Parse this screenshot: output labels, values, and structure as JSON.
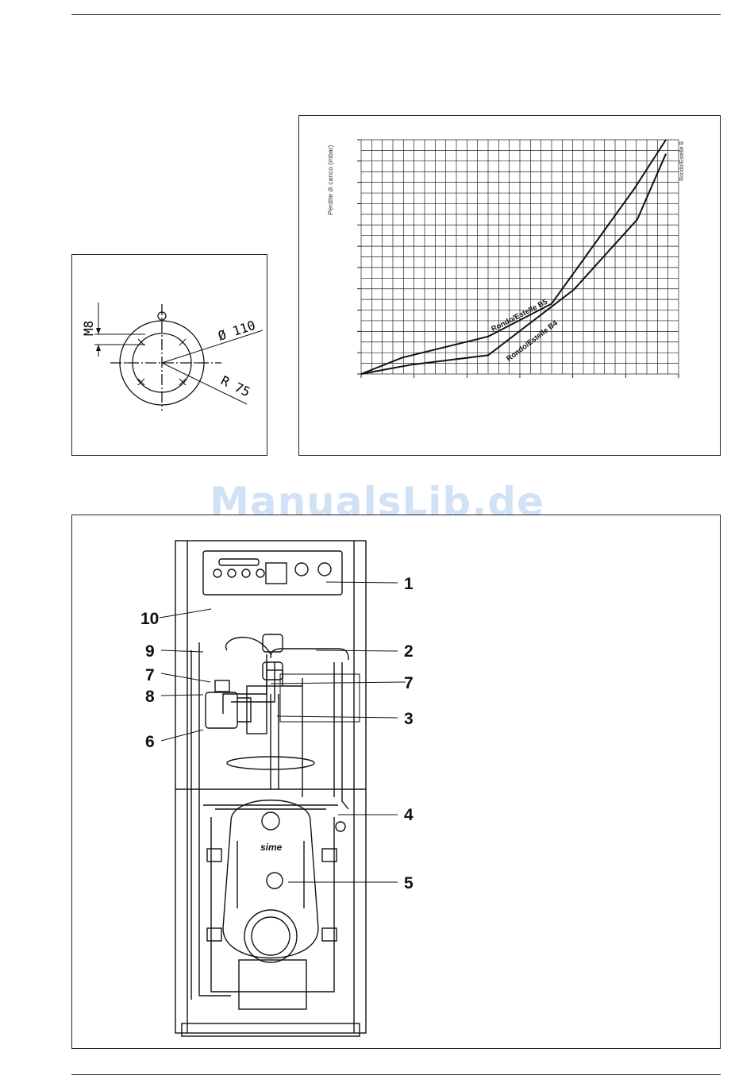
{
  "diagram_flange": {
    "label_bolt": "M8",
    "label_diameter": "Ø 110",
    "label_radius": "R 75"
  },
  "chart_data": {
    "type": "line",
    "ylabel": "Perdite di carico (mbar)",
    "xlabel": "",
    "title": "",
    "x_ticks_labeled": false,
    "y_ticks_labeled": false,
    "grid": true,
    "series": [
      {
        "name": "Rondo/Estelle B5",
        "points": [
          [
            0,
            0
          ],
          [
            0.13,
            0.07
          ],
          [
            0.4,
            0.16
          ],
          [
            0.6,
            0.3
          ],
          [
            0.86,
            0.79
          ],
          [
            0.96,
            1.0
          ]
        ]
      },
      {
        "name": "Rondo/Estelle B4",
        "points": [
          [
            0,
            0
          ],
          [
            0.16,
            0.04
          ],
          [
            0.4,
            0.08
          ],
          [
            0.67,
            0.36
          ],
          [
            0.87,
            0.66
          ],
          [
            0.96,
            0.94
          ]
        ]
      }
    ],
    "side_label": "Rondo/Estelle B"
  },
  "diagram_boiler": {
    "brand_mark": "sime",
    "callouts": [
      {
        "id": "1",
        "label": "1"
      },
      {
        "id": "2",
        "label": "2"
      },
      {
        "id": "3",
        "label": "3"
      },
      {
        "id": "4",
        "label": "4"
      },
      {
        "id": "5",
        "label": "5"
      },
      {
        "id": "6",
        "label": "6"
      },
      {
        "id": "7a",
        "label": "7"
      },
      {
        "id": "7b",
        "label": "7"
      },
      {
        "id": "8",
        "label": "8"
      },
      {
        "id": "9",
        "label": "9"
      },
      {
        "id": "10",
        "label": "10"
      }
    ]
  },
  "watermark": "ManualsLib.de"
}
